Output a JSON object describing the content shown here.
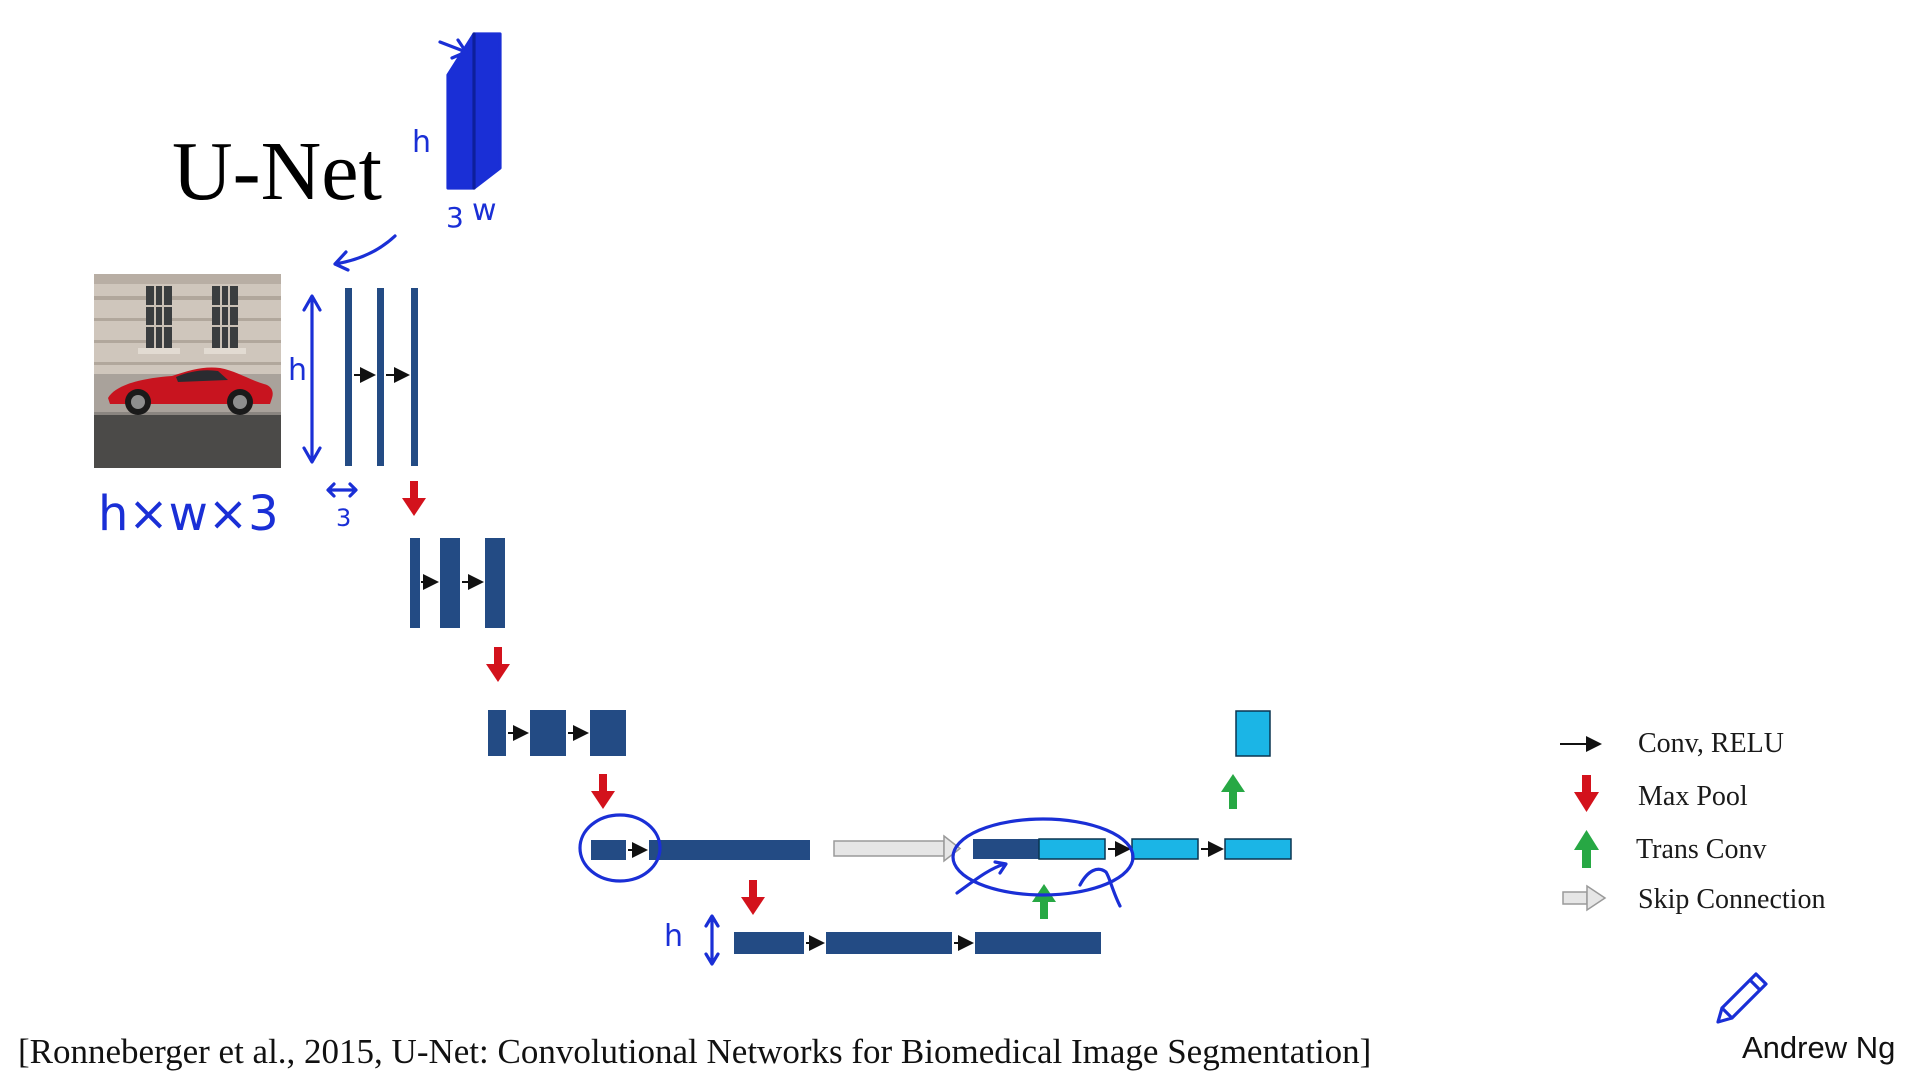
{
  "title": "U-Net",
  "legend": {
    "conv": "Conv, RELU",
    "maxpool": "Max Pool",
    "transconv": "Trans Conv",
    "skip": "Skip Connection"
  },
  "citation": "[Ronneberger et al., 2015, U-Net: Convolutional Networks for Biomedical Image Segmentation]",
  "author": "Andrew Ng",
  "annotations": {
    "input_dims": "h×w×3",
    "h": "h",
    "w": "w",
    "three": "3"
  },
  "colors": {
    "block_dark": "#234b84",
    "block_light": "#1bb5e6",
    "maxpool": "#d3121c",
    "transconv": "#27a844",
    "skip": "#e6e6e6",
    "ink": "#1a2fd6"
  }
}
